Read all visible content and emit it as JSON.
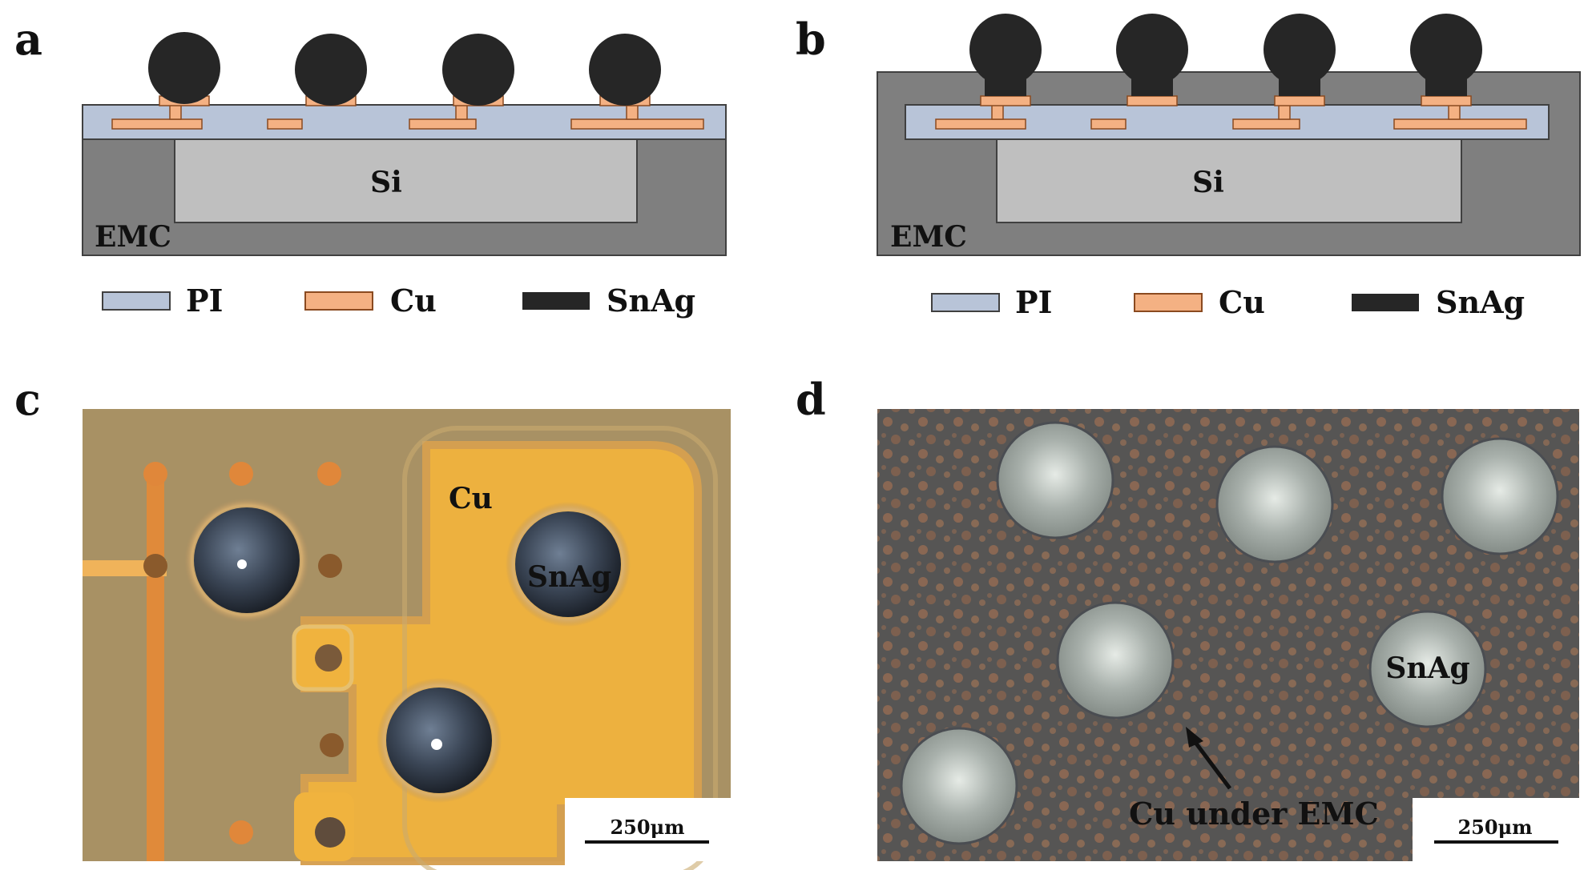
{
  "panels": {
    "a": {
      "label": "a",
      "si_label": "Si",
      "emc_label": "EMC"
    },
    "b": {
      "label": "b",
      "si_label": "Si",
      "emc_label": "EMC"
    },
    "c": {
      "label": "c",
      "cu_label": "Cu",
      "snag_label": "SnAg",
      "scale_bar": "250μm"
    },
    "d": {
      "label": "d",
      "snag_label": "SnAg",
      "annotation": "Cu under EMC",
      "scale_bar": "250μm"
    }
  },
  "legend": {
    "pi": "PI",
    "cu": "Cu",
    "snag": "SnAg"
  },
  "colors": {
    "pi": "#b8c4d8",
    "cu": "#f4b183",
    "snag": "#262626",
    "si": "#bfbfbf",
    "emc": "#7f7f7f"
  }
}
